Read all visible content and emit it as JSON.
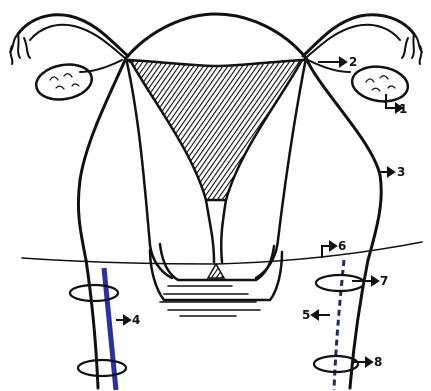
{
  "diagram": {
    "labels": [
      {
        "id": "label-1",
        "text": "1"
      },
      {
        "id": "label-2",
        "text": "2"
      },
      {
        "id": "label-3",
        "text": "3"
      },
      {
        "id": "label-4",
        "text": "4"
      },
      {
        "id": "label-5",
        "text": "5"
      },
      {
        "id": "label-6",
        "text": "6"
      },
      {
        "id": "label-7",
        "text": "7"
      },
      {
        "id": "label-8",
        "text": "8"
      }
    ],
    "colors": {
      "ink": "#111111",
      "left_vessel": "#2b2fa8",
      "right_vessel": "#1f2a6b"
    }
  }
}
